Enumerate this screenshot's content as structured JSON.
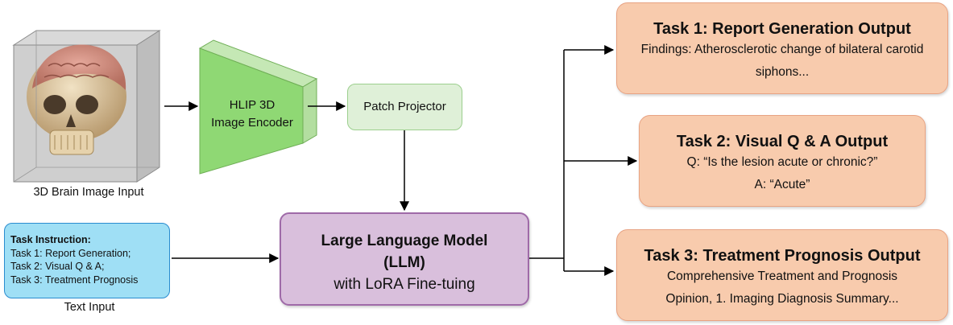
{
  "image_input": {
    "caption": "3D Brain Image Input"
  },
  "encoder": {
    "line1": "HLIP 3D",
    "line2": "Image Encoder"
  },
  "projector": {
    "label": "Patch Projector"
  },
  "llm": {
    "line1": "Large Language Model",
    "line2": "(LLM)",
    "line3": "with LoRA Fine-tuing"
  },
  "text_input": {
    "heading": "Task Instruction:",
    "items": [
      "Task 1: Report Generation;",
      "Task 2:  Visual Q & A;",
      "Task 3: Treatment Prognosis"
    ],
    "caption": "Text Input"
  },
  "outputs": [
    {
      "title": "Task 1: Report Generation Output",
      "lines": [
        "Findings: Atherosclerotic change of bilateral carotid",
        "siphons..."
      ]
    },
    {
      "title": "Task 2: Visual Q & A Output",
      "lines": [
        "Q: “Is the lesion acute or chronic?”",
        "A: “Acute”"
      ]
    },
    {
      "title": "Task 3: Treatment Prognosis Output",
      "lines": [
        "Comprehensive Treatment and Prognosis",
        "Opinion, 1. Imaging Diagnosis Summary..."
      ]
    }
  ]
}
